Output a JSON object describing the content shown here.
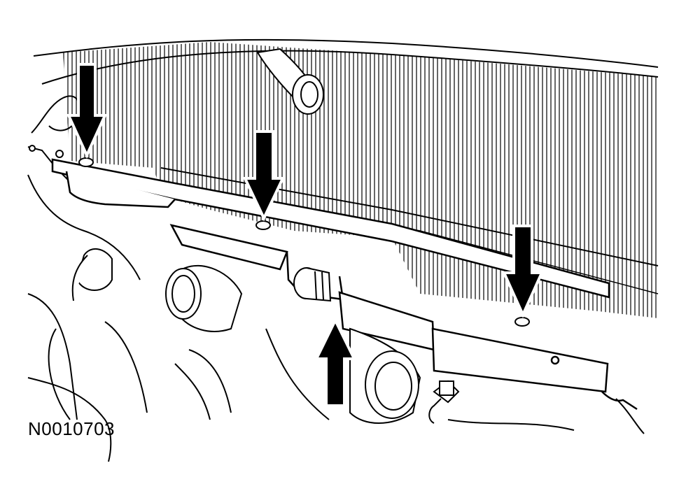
{
  "figure": {
    "id_label": "N0010703",
    "line_color": "#000000",
    "background": "#ffffff",
    "callouts": [
      {
        "name": "down-arrow-left-nut",
        "direction": "down"
      },
      {
        "name": "down-arrow-center-nut",
        "direction": "down"
      },
      {
        "name": "down-arrow-right-nut",
        "direction": "down"
      },
      {
        "name": "up-arrow-lower-clip",
        "direction": "up"
      }
    ]
  }
}
